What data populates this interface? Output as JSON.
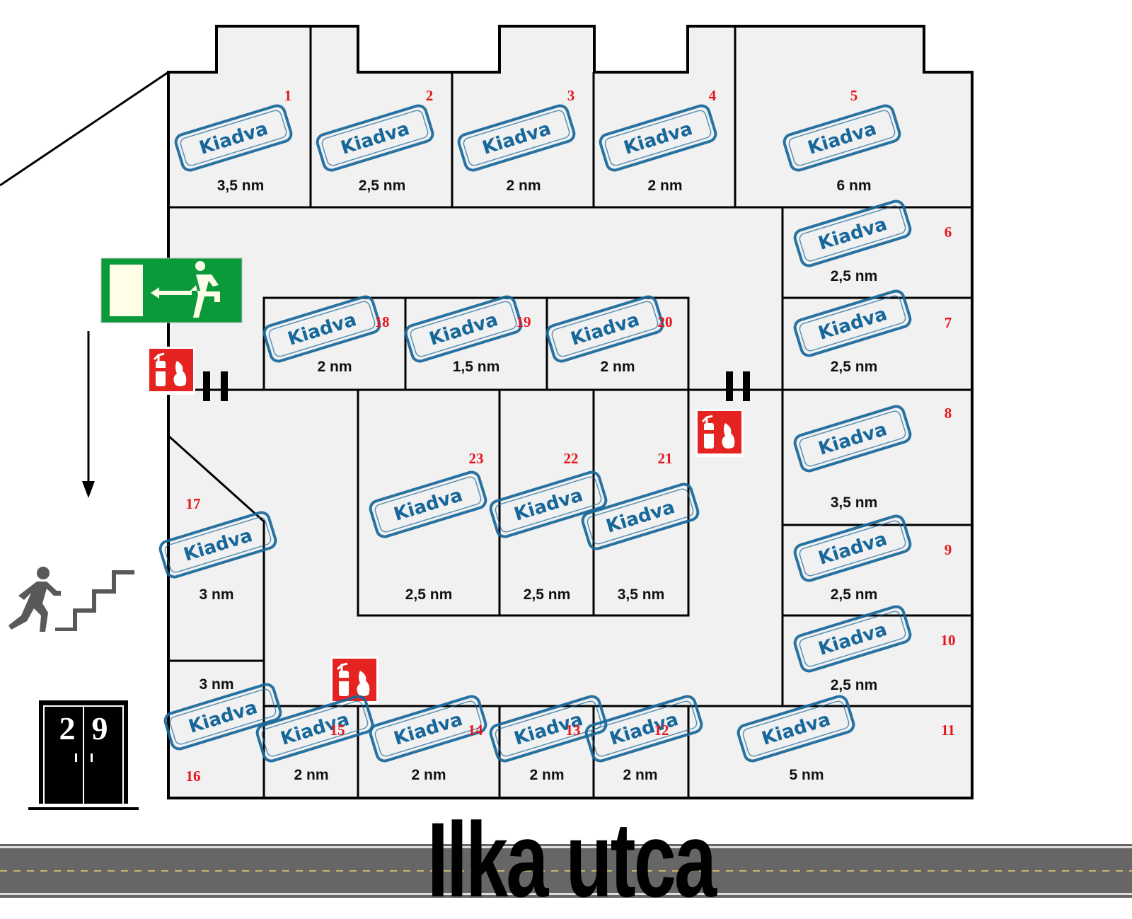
{
  "title": "Floor plan – Ilka utca 29",
  "street_name": "Ilka utca",
  "house_number": "29",
  "stamp_label": "Kiadva",
  "colors": {
    "wall": "#000000",
    "floor": "#f1f1f1",
    "unit_number": "#e8141c",
    "stamp": "#17679a",
    "exit_sign": "#0a9a3a",
    "fire_sign": "#e52421",
    "road": "#666666",
    "road_line": "#c9b56a"
  },
  "signs": [
    {
      "type": "emergency-exit",
      "icon": "running-man-exit-arrow-left"
    },
    {
      "type": "fire-extinguisher",
      "icon": "fire-extinguisher"
    },
    {
      "type": "fire-extinguisher",
      "icon": "fire-extinguisher"
    },
    {
      "type": "fire-extinguisher",
      "icon": "fire-extinguisher"
    },
    {
      "type": "stairs",
      "icon": "person-climbing-stairs"
    },
    {
      "type": "entrance-door",
      "icon": "double-door"
    }
  ],
  "units": [
    {
      "number": "1",
      "area": "3,5 nm",
      "status": "Kiadva"
    },
    {
      "number": "2",
      "area": "2,5 nm",
      "status": "Kiadva"
    },
    {
      "number": "3",
      "area": "2 nm",
      "status": "Kiadva"
    },
    {
      "number": "4",
      "area": "2 nm",
      "status": "Kiadva"
    },
    {
      "number": "5",
      "area": "6 nm",
      "status": "Kiadva"
    },
    {
      "number": "6",
      "area": "2,5 nm",
      "status": "Kiadva"
    },
    {
      "number": "7",
      "area": "2,5 nm",
      "status": "Kiadva"
    },
    {
      "number": "8",
      "area": "3,5 nm",
      "status": "Kiadva"
    },
    {
      "number": "9",
      "area": "2,5 nm",
      "status": "Kiadva"
    },
    {
      "number": "10",
      "area": "2,5 nm",
      "status": "Kiadva"
    },
    {
      "number": "11",
      "area": "5 nm",
      "status": "Kiadva"
    },
    {
      "number": "12",
      "area": "2 nm",
      "status": "Kiadva"
    },
    {
      "number": "13",
      "area": "2 nm",
      "status": "Kiadva"
    },
    {
      "number": "14",
      "area": "2 nm",
      "status": "Kiadva"
    },
    {
      "number": "15",
      "area": "2 nm",
      "status": "Kiadva"
    },
    {
      "number": "16",
      "area": "3 nm",
      "status": "Kiadva"
    },
    {
      "number": "17",
      "area": "3 nm",
      "status": "Kiadva"
    },
    {
      "number": "18",
      "area": "2 nm",
      "status": "Kiadva"
    },
    {
      "number": "19",
      "area": "1,5 nm",
      "status": "Kiadva"
    },
    {
      "number": "20",
      "area": "2 nm",
      "status": "Kiadva"
    },
    {
      "number": "21",
      "area": "3,5 nm",
      "status": "Kiadva"
    },
    {
      "number": "22",
      "area": "2,5 nm",
      "status": "Kiadva"
    },
    {
      "number": "23",
      "area": "2,5 nm",
      "status": "Kiadva"
    }
  ]
}
